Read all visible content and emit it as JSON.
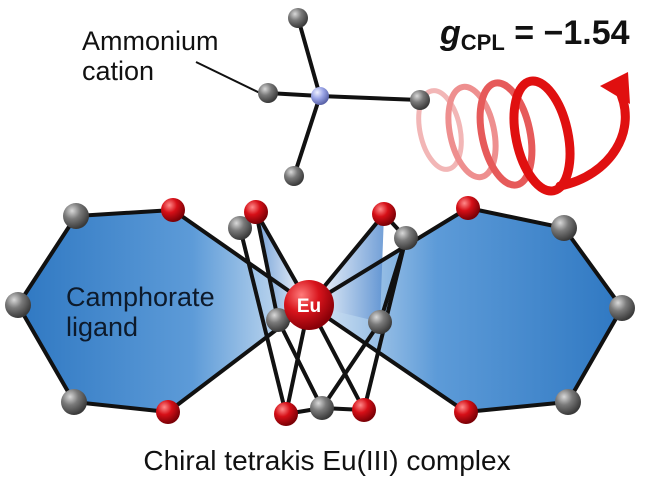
{
  "labels": {
    "ammonium_line1": "Ammonium",
    "ammonium_line2": "cation",
    "ligand_line1": "Camphorate",
    "ligand_line2": "ligand",
    "metal_center": "Eu",
    "caption": "Chiral tetrakis Eu(III) complex"
  },
  "gcpl": {
    "symbol": "g",
    "subscript": "CPL",
    "equals_value": "= −1.54"
  },
  "colors": {
    "carbon": "#6e6e6e",
    "oxygen": "#d0021b",
    "nitrogen": "#9aa4e6",
    "europium": "#d8141c",
    "ligand_fill": "#3f86cc",
    "helix": "#e01010"
  }
}
